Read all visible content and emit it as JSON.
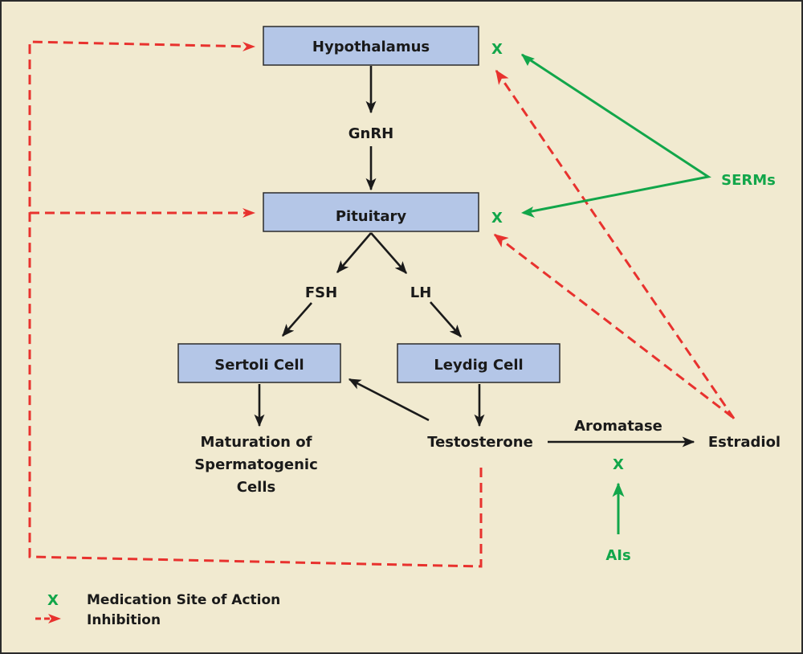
{
  "title": "Hypothalamic-pituitary-gonadal axis with medication sites of action",
  "colors": {
    "background": "#f1ead0",
    "box_fill": "#b4c6e7",
    "stimulation": "#1a1a1a",
    "inhibition": "#e8322e",
    "medication": "#12a64a"
  },
  "nodes": {
    "hypothalamus": "Hypothalamus",
    "gnrh": "GnRH",
    "pituitary": "Pituitary",
    "fsh": "FSH",
    "lh": "LH",
    "sertoli": "Sertoli Cell",
    "leydig": "Leydig Cell",
    "maturation": [
      "Maturation of",
      "Spermatogenic",
      "Cells"
    ],
    "testosterone": "Testosterone",
    "aromatase": "Aromatase",
    "estradiol": "Estradiol",
    "serms": "SERMs",
    "ais": "AIs",
    "site_marker": "X"
  },
  "edges": [
    {
      "from": "Hypothalamus",
      "to": "GnRH",
      "type": "stimulation"
    },
    {
      "from": "GnRH",
      "to": "Pituitary",
      "type": "stimulation"
    },
    {
      "from": "Pituitary",
      "to": "FSH",
      "type": "stimulation"
    },
    {
      "from": "Pituitary",
      "to": "LH",
      "type": "stimulation"
    },
    {
      "from": "FSH",
      "to": "Sertoli Cell",
      "type": "stimulation"
    },
    {
      "from": "LH",
      "to": "Leydig Cell",
      "type": "stimulation"
    },
    {
      "from": "Sertoli Cell",
      "to": "Maturation of Spermatogenic Cells",
      "type": "stimulation"
    },
    {
      "from": "Leydig Cell",
      "to": "Testosterone",
      "type": "stimulation"
    },
    {
      "from": "Testosterone",
      "to": "Sertoli Cell",
      "type": "stimulation"
    },
    {
      "from": "Testosterone",
      "to": "Estradiol",
      "type": "stimulation",
      "label": "Aromatase"
    },
    {
      "from": "Testosterone",
      "to": "Hypothalamus",
      "type": "inhibition"
    },
    {
      "from": "Testosterone",
      "to": "Pituitary",
      "type": "inhibition"
    },
    {
      "from": "Estradiol",
      "to": "Hypothalamus",
      "type": "inhibition"
    },
    {
      "from": "Estradiol",
      "to": "Pituitary",
      "type": "inhibition"
    },
    {
      "from": "SERMs",
      "to": "Hypothalamus",
      "type": "medication"
    },
    {
      "from": "SERMs",
      "to": "Pituitary",
      "type": "medication"
    },
    {
      "from": "AIs",
      "to": "Aromatase",
      "type": "medication"
    }
  ],
  "legend": {
    "marker_symbol": "X",
    "marker_label": "Medication Site of Action",
    "inhibition_label": "Inhibition"
  }
}
